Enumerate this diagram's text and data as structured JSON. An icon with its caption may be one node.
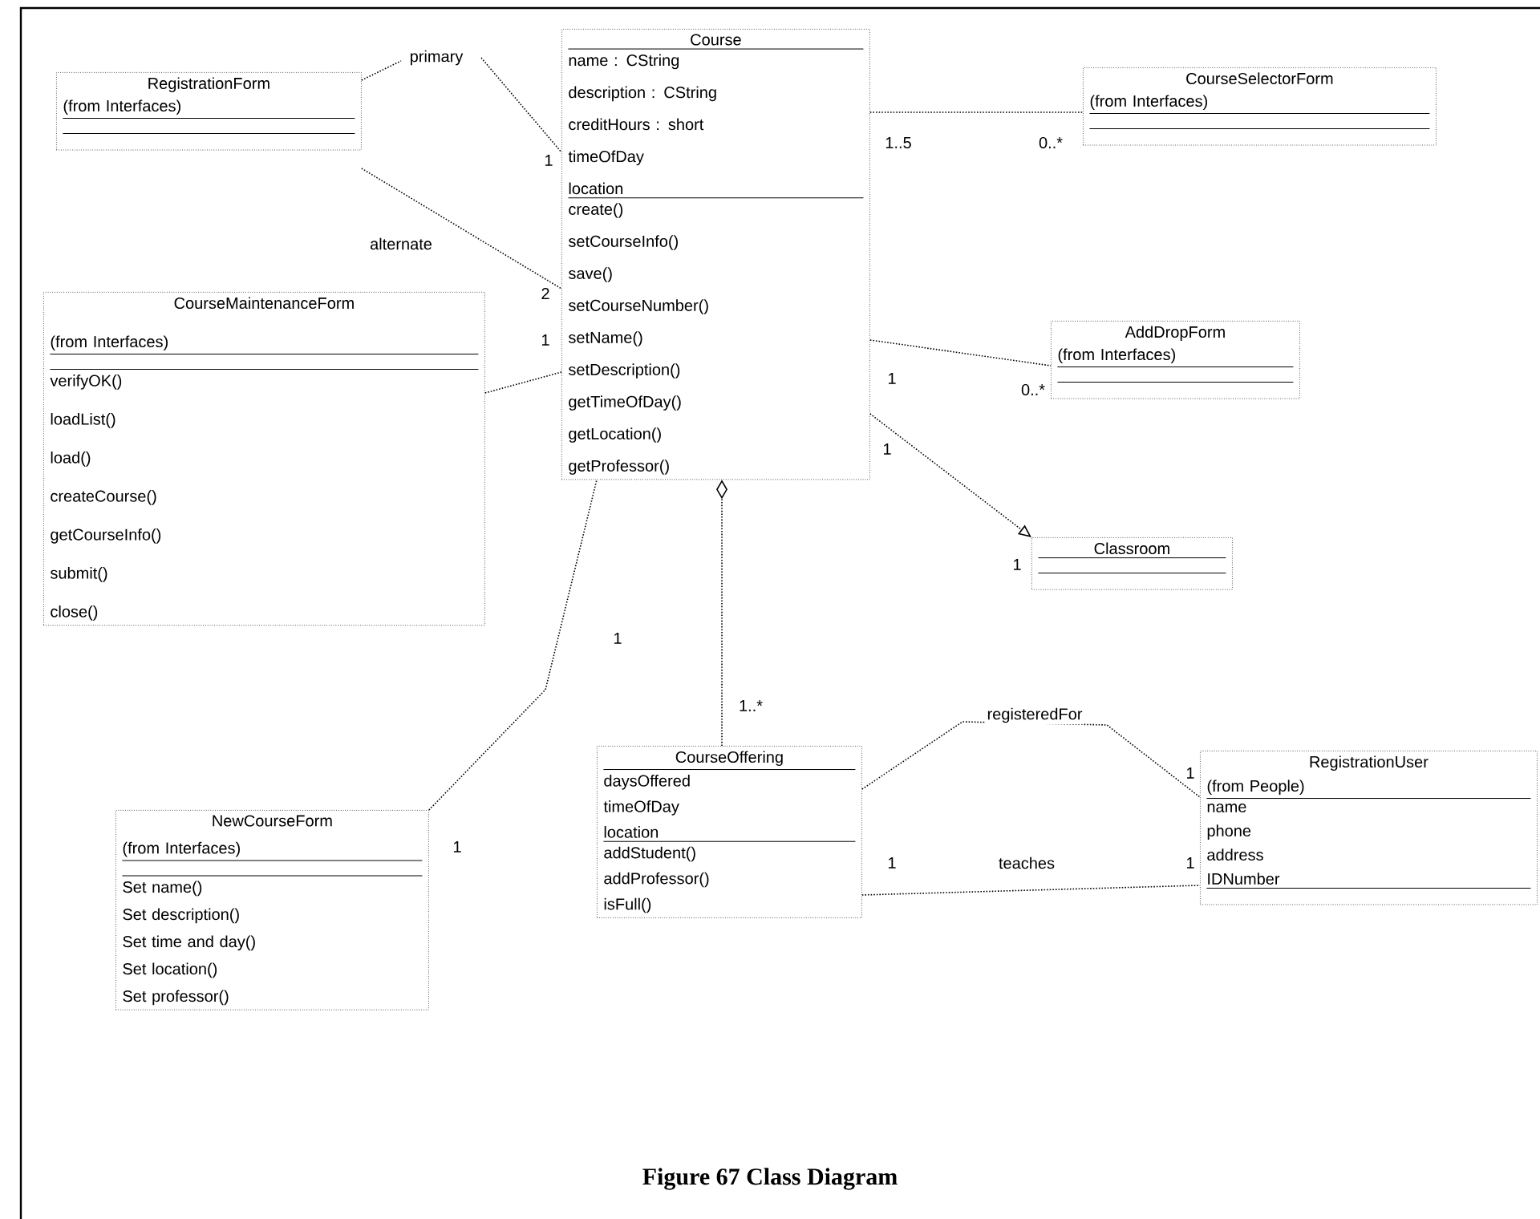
{
  "diagram": {
    "caption": "Figure 67 Class Diagram",
    "nodes": [
      {
        "text": [
          "RegistrationForm",
          "(from Interfaces)"
        ]
      },
      {
        "text": [
          "Course",
          "name : CString",
          "description : CString",
          "creditHours : short",
          "timeOfDay",
          "location",
          "create()",
          "setCourseInfo()",
          "save()",
          "setCourseNumber()",
          "setName()",
          "setDescription()",
          "getTimeOfDay()",
          "getLocation()",
          "getProfessor()"
        ]
      },
      {
        "text": [
          "CourseSelectorForm",
          "(from Interfaces)"
        ]
      },
      {
        "text": [
          "CourseMaintenanceForm",
          "(from Interfaces)",
          "verifyOK()",
          "loadList()",
          "load()",
          "createCourse()",
          "getCourseInfo()",
          "submit()",
          "close()"
        ]
      },
      {
        "text": [
          "AddDropForm",
          "(from Interfaces)"
        ]
      },
      {
        "text": [
          "Classroom"
        ]
      },
      {
        "text": [
          "NewCourseForm",
          "(from Interfaces)",
          "Set name()",
          "Set description()",
          "Set time and day()",
          "Set location()",
          "Set professor()"
        ]
      },
      {
        "text": [
          "CourseOffering",
          "daysOffered",
          "timeOfDay",
          "location",
          "addStudent()",
          "addProfessor()",
          "isFull()"
        ]
      },
      {
        "text": [
          "RegistrationUser",
          "(from People)",
          "name",
          "phone",
          "address",
          "IDNumber"
        ]
      }
    ],
    "edges": [
      {
        "from": 0,
        "to": 1,
        "arrow": "none",
        "label": "primary"
      },
      {
        "from": 0,
        "to": 1,
        "arrow": "none",
        "label": "alternate"
      },
      {
        "from": 1,
        "to": 2,
        "arrow": "none"
      },
      {
        "from": 3,
        "to": 1,
        "arrow": "none"
      },
      {
        "from": 1,
        "to": 4,
        "arrow": "none"
      },
      {
        "from": 1,
        "to": 5,
        "arrow": "to"
      },
      {
        "from": 6,
        "to": 1,
        "arrow": "none"
      },
      {
        "from": 7,
        "to": 1,
        "arrow": "other"
      },
      {
        "from": 7,
        "to": 8,
        "arrow": "none",
        "label": "registeredFor"
      },
      {
        "from": 7,
        "to": 8,
        "arrow": "none",
        "label": "teaches"
      }
    ],
    "labels": [
      "1",
      "1..5",
      "0..*",
      "2",
      "1",
      "1",
      "0..*",
      "1",
      "1",
      "1",
      "1",
      "1..*",
      "1",
      "1",
      "1"
    ]
  }
}
